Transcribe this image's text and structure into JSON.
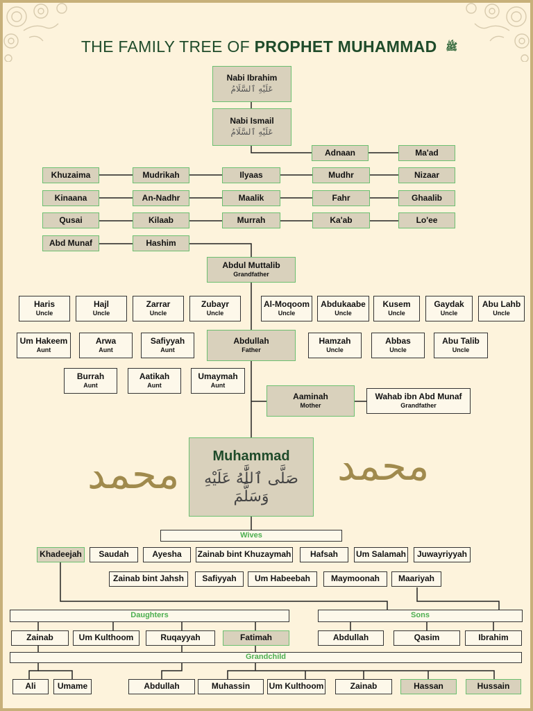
{
  "title": {
    "part1": "THE FAMILY TREE OF",
    "part2": "PROPHET MUHAMMAD",
    "honorific": "ﷺ"
  },
  "calligraphy": "محمد",
  "nodes": {
    "ibrahim": {
      "name": "Nabi Ibrahim",
      "arabic": "عَلَيْهِ ٱلسَّلَامُ"
    },
    "ismail": {
      "name": "Nabi Ismail",
      "arabic": "عَلَيْهِ ٱلسَّلَامُ"
    },
    "adnaan": {
      "name": "Adnaan"
    },
    "maad": {
      "name": "Ma'ad"
    },
    "nizaar": {
      "name": "Nizaar"
    },
    "mudhr": {
      "name": "Mudhr"
    },
    "ilyaas": {
      "name": "Ilyaas"
    },
    "mudrikah": {
      "name": "Mudrikah"
    },
    "khuzaima": {
      "name": "Khuzaima"
    },
    "kinaana": {
      "name": "Kinaana"
    },
    "annadhr": {
      "name": "An-Nadhr"
    },
    "maalik": {
      "name": "Maalik"
    },
    "fahr": {
      "name": "Fahr"
    },
    "ghaalib": {
      "name": "Ghaalib"
    },
    "loee": {
      "name": "Lo'ee"
    },
    "kaab": {
      "name": "Ka'ab"
    },
    "murrah": {
      "name": "Murrah"
    },
    "kilaab": {
      "name": "Kilaab"
    },
    "qusai": {
      "name": "Qusai"
    },
    "abdmunaf": {
      "name": "Abd Munaf"
    },
    "hashim": {
      "name": "Hashim"
    },
    "muttalib": {
      "name": "Abdul Muttalib",
      "role": "Grandfather"
    },
    "haris": {
      "name": "Haris",
      "role": "Uncle"
    },
    "hajl": {
      "name": "Hajl",
      "role": "Uncle"
    },
    "zarrar": {
      "name": "Zarrar",
      "role": "Uncle"
    },
    "zubayr": {
      "name": "Zubayr",
      "role": "Uncle"
    },
    "almoqoom": {
      "name": "Al-Moqoom",
      "role": "Uncle"
    },
    "abdukaabe": {
      "name": "Abdukaabe",
      "role": "Uncle"
    },
    "kusem": {
      "name": "Kusem",
      "role": "Uncle"
    },
    "gaydak": {
      "name": "Gaydak",
      "role": "Uncle"
    },
    "abulahb": {
      "name": "Abu Lahb",
      "role": "Uncle"
    },
    "umhakeem": {
      "name": "Um Hakeem",
      "role": "Aunt"
    },
    "arwa": {
      "name": "Arwa",
      "role": "Aunt"
    },
    "safiyyah_a": {
      "name": "Safiyyah",
      "role": "Aunt"
    },
    "abdullah_f": {
      "name": "Abdullah",
      "role": "Father"
    },
    "hamzah": {
      "name": "Hamzah",
      "role": "Uncle"
    },
    "abbas": {
      "name": "Abbas",
      "role": "Uncle"
    },
    "abutalib": {
      "name": "Abu Talib",
      "role": "Uncle"
    },
    "burrah": {
      "name": "Burrah",
      "role": "Aunt"
    },
    "aatikah": {
      "name": "Aatikah",
      "role": "Aunt"
    },
    "umaymah": {
      "name": "Umaymah",
      "role": "Aunt"
    },
    "aaminah": {
      "name": "Aaminah",
      "role": "Mother"
    },
    "wahab": {
      "name": "Wahab ibn Abd Munaf",
      "role": "Grandfather"
    },
    "muhammad": {
      "name": "Muhammad",
      "arabic": "صَلَّى ٱللَّٰهُ عَلَيْهِ وَسَلَّمَ"
    },
    "khadeejah": {
      "name": "Khadeejah"
    },
    "saudah": {
      "name": "Saudah"
    },
    "ayesha": {
      "name": "Ayesha"
    },
    "zainabk": {
      "name": "Zainab bint Khuzaymah"
    },
    "hafsah": {
      "name": "Hafsah"
    },
    "umsalamah": {
      "name": "Um Salamah"
    },
    "juwayriyyah": {
      "name": "Juwayriyyah"
    },
    "zainabj": {
      "name": "Zainab bint Jahsh"
    },
    "safiyyah_w": {
      "name": "Safiyyah"
    },
    "umhabeebah": {
      "name": "Um Habeebah"
    },
    "maymoonah": {
      "name": "Maymoonah"
    },
    "maariyah": {
      "name": "Maariyah"
    },
    "zainab_d": {
      "name": "Zainab"
    },
    "umkulthoom_d": {
      "name": "Um Kulthoom"
    },
    "ruqayyah": {
      "name": "Ruqayyah"
    },
    "fatimah": {
      "name": "Fatimah"
    },
    "abdullah_s": {
      "name": "Abdullah"
    },
    "qasim": {
      "name": "Qasim"
    },
    "ibrahim_s": {
      "name": "Ibrahim"
    },
    "ali": {
      "name": "Ali"
    },
    "umame": {
      "name": "Umame"
    },
    "abdullah_g": {
      "name": "Abdullah"
    },
    "muhassin": {
      "name": "Muhassin"
    },
    "umkulthoom_g": {
      "name": "Um Kulthoom"
    },
    "zainab_g": {
      "name": "Zainab"
    },
    "hassan": {
      "name": "Hassan"
    },
    "hussain": {
      "name": "Hussain"
    }
  },
  "groups": {
    "wives": "Wives",
    "daughters": "Daughters",
    "sons": "Sons",
    "grandchild": "Grandchild"
  }
}
